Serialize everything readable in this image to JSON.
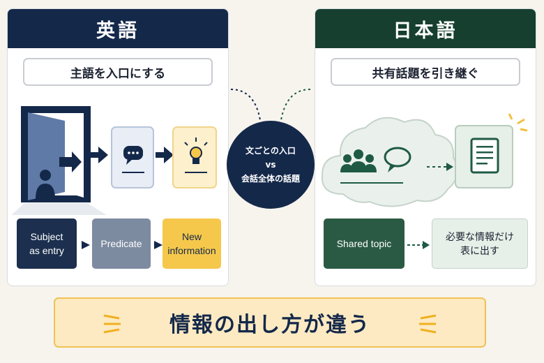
{
  "left_panel": {
    "title": "英語",
    "subtitle": "主語を入口にする",
    "flow": [
      {
        "label": "Subject\nas entry",
        "color": "#1c2f4e"
      },
      {
        "label": "Predicate",
        "color": "#7d8ba1"
      },
      {
        "label": "New\ninformation",
        "color": "#f5c84c"
      }
    ]
  },
  "right_panel": {
    "title": "日本語",
    "subtitle": "共有話題を引き継ぐ",
    "flow": [
      {
        "label": "Shared topic",
        "color": "#2b5a44"
      },
      {
        "label": "必要な情報だけ\n表に出す",
        "color": "#e6efe8"
      }
    ]
  },
  "center": {
    "line1": "文ごとの入口",
    "line2": "vs",
    "line3": "会話全体の話題"
  },
  "banner": {
    "text": "情報の出し方が違う"
  },
  "colors": {
    "navy": "#14284a",
    "green": "#163f30",
    "yellow": "#f5c84c",
    "cream": "#fdeac2"
  }
}
